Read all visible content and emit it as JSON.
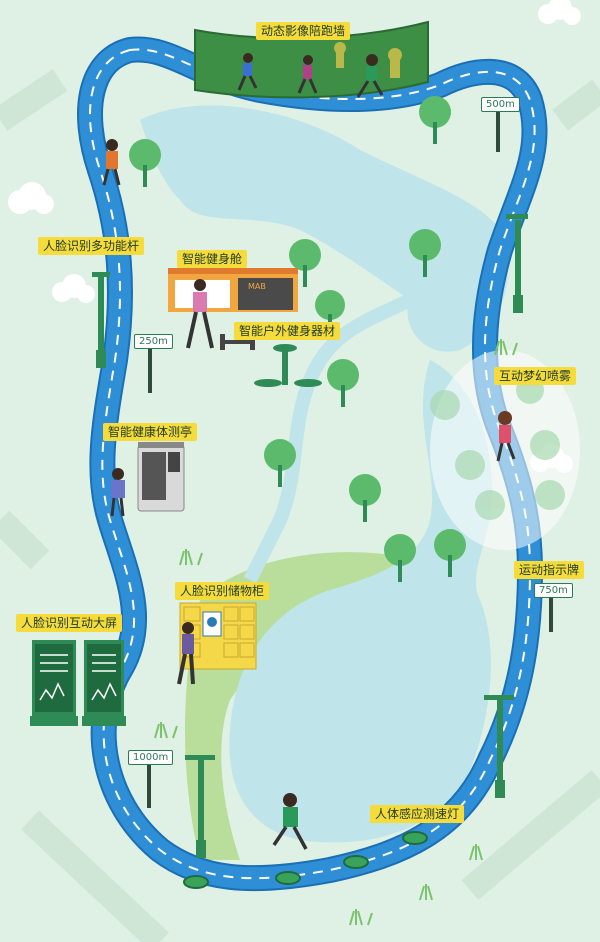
{
  "map_title": "",
  "labels": {
    "dynamic_wall": "动态影像陪跑墙",
    "face_pole": "人脸识别多功能杆",
    "smart_cabin": "智能健身舱",
    "outdoor_equipment": "智能户外健身器材",
    "health_kiosk": "智能健康体测亭",
    "mist": "互动梦幻喷雾",
    "sign_board": "运动指示牌",
    "locker": "人脸识别储物柜",
    "big_screen": "人脸识别互动大屏",
    "sensor_light": "人体感应测速灯"
  },
  "distance_markers": {
    "m250": "250m",
    "m500": "500m",
    "m750": "750m",
    "m1000": "1000m"
  },
  "cabin_sign": "MAB",
  "colors": {
    "background": "#dff0e4",
    "water": "#bfe4ea",
    "track": "#2e8fd6",
    "track_edge": "#1a6fb5",
    "label_bg": "#f5dc3a",
    "tree": "#5cba6c",
    "equipment": "#2f8b56"
  }
}
